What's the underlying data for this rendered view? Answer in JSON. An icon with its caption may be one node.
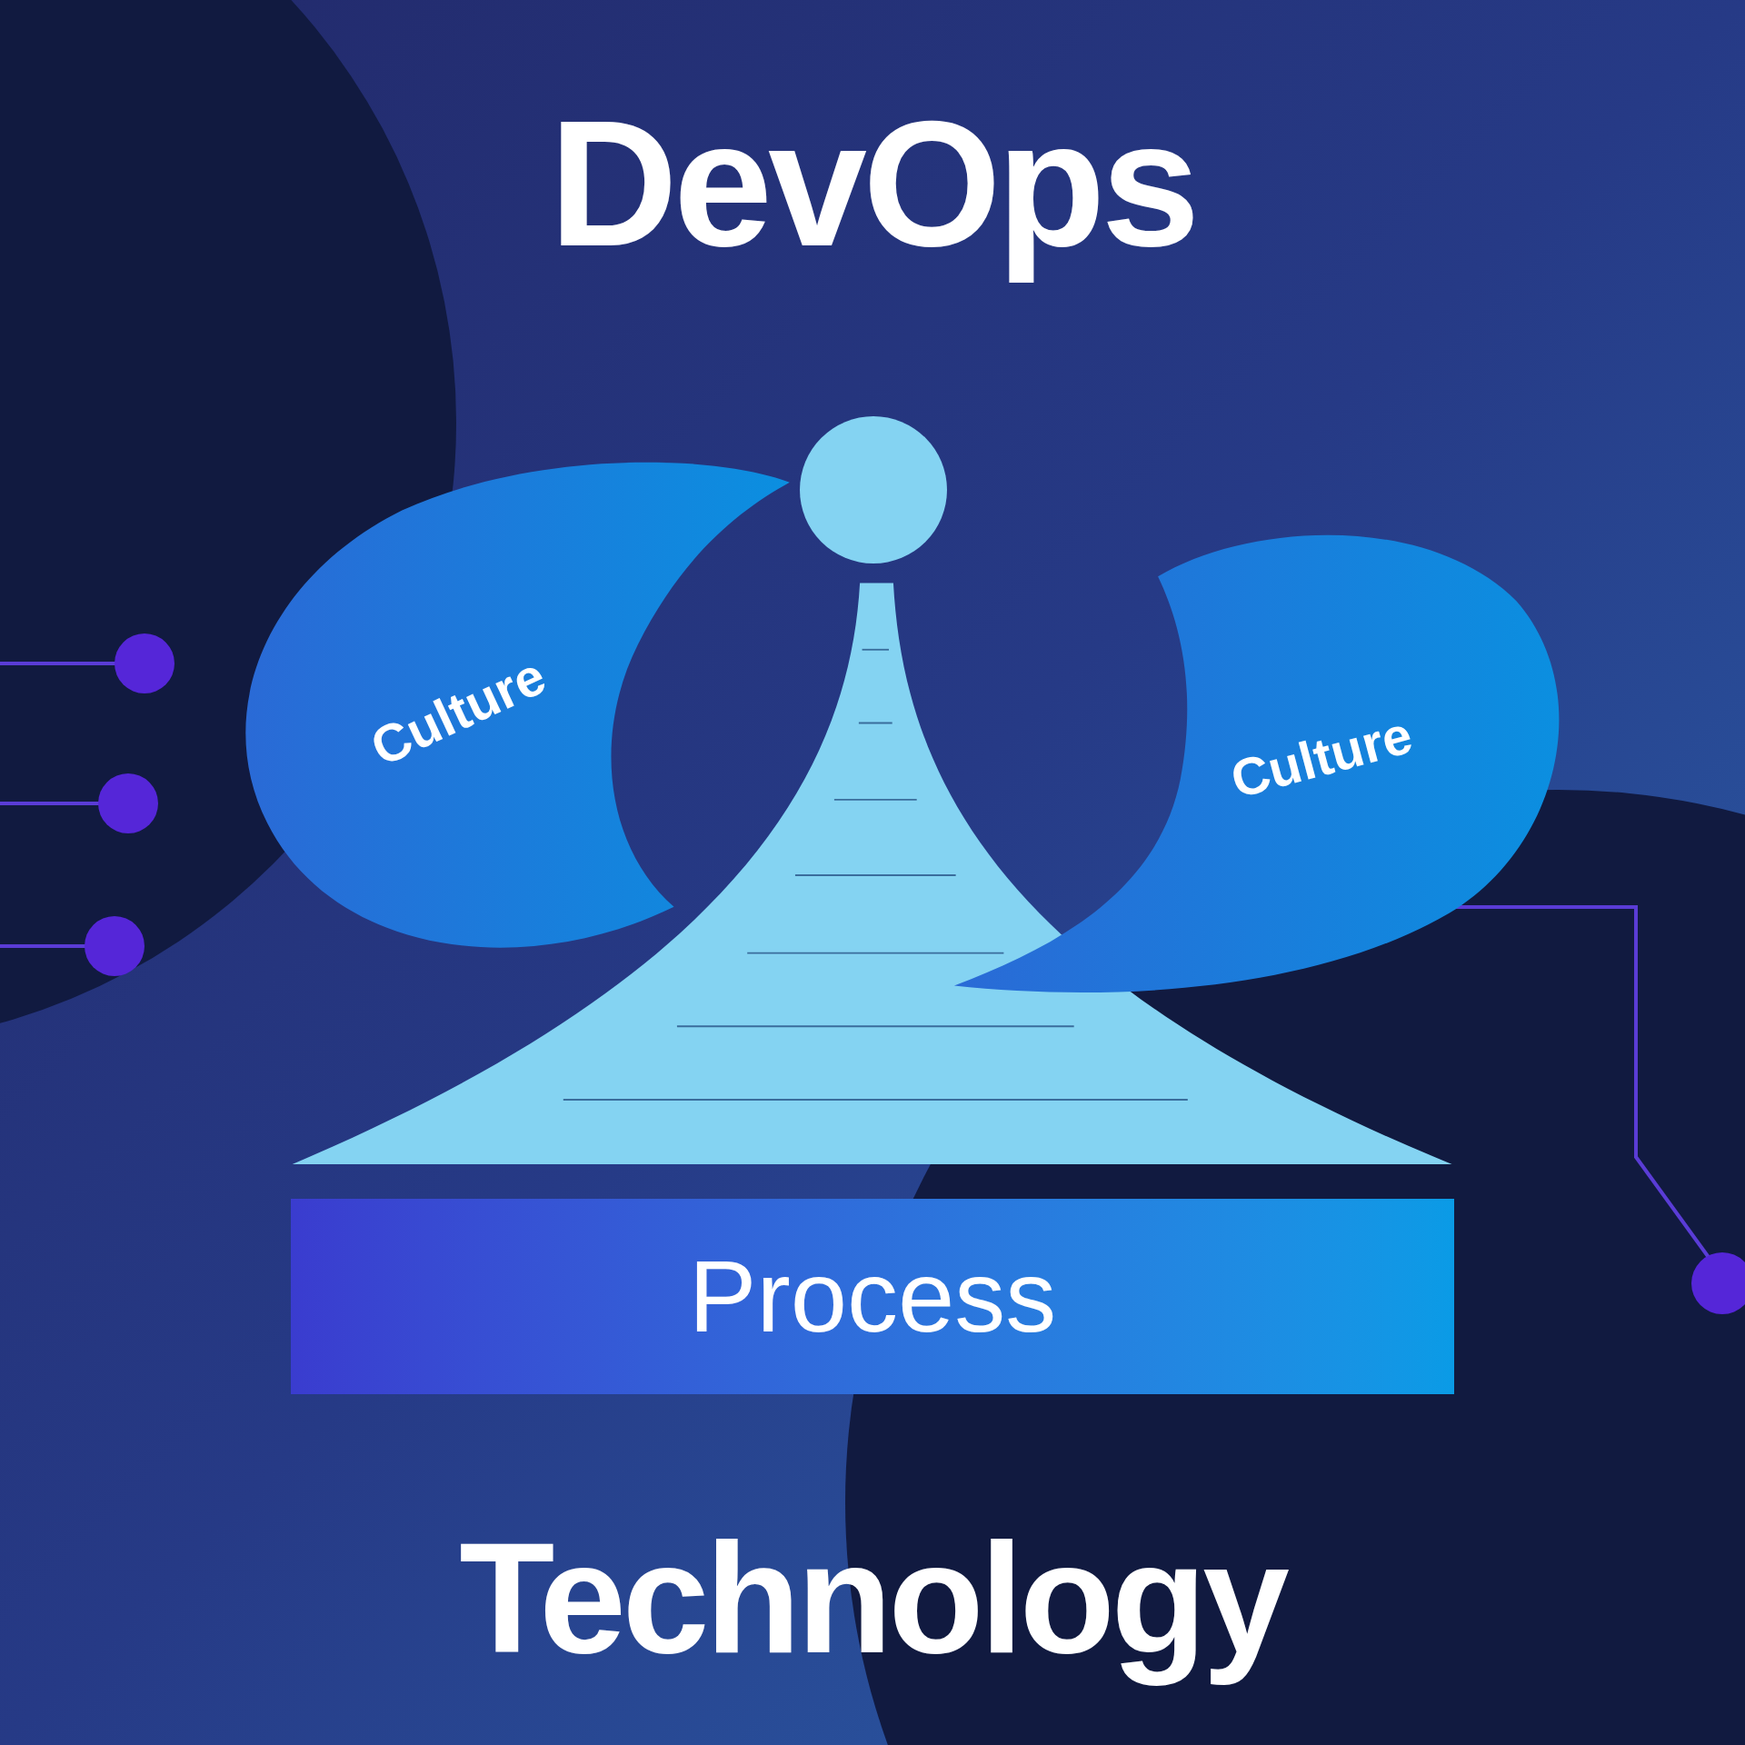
{
  "diagram": {
    "title": "DevOps",
    "nodes": [
      {
        "text": [
          "Culture"
        ]
      },
      {
        "text": [],
        "shape": "circle"
      },
      {
        "text": [],
        "shape": "triangle"
      },
      {
        "text": [
          "Culture"
        ]
      },
      {
        "text": [
          "Process"
        ]
      }
    ],
    "labels": [
      "Technology"
    ]
  }
}
